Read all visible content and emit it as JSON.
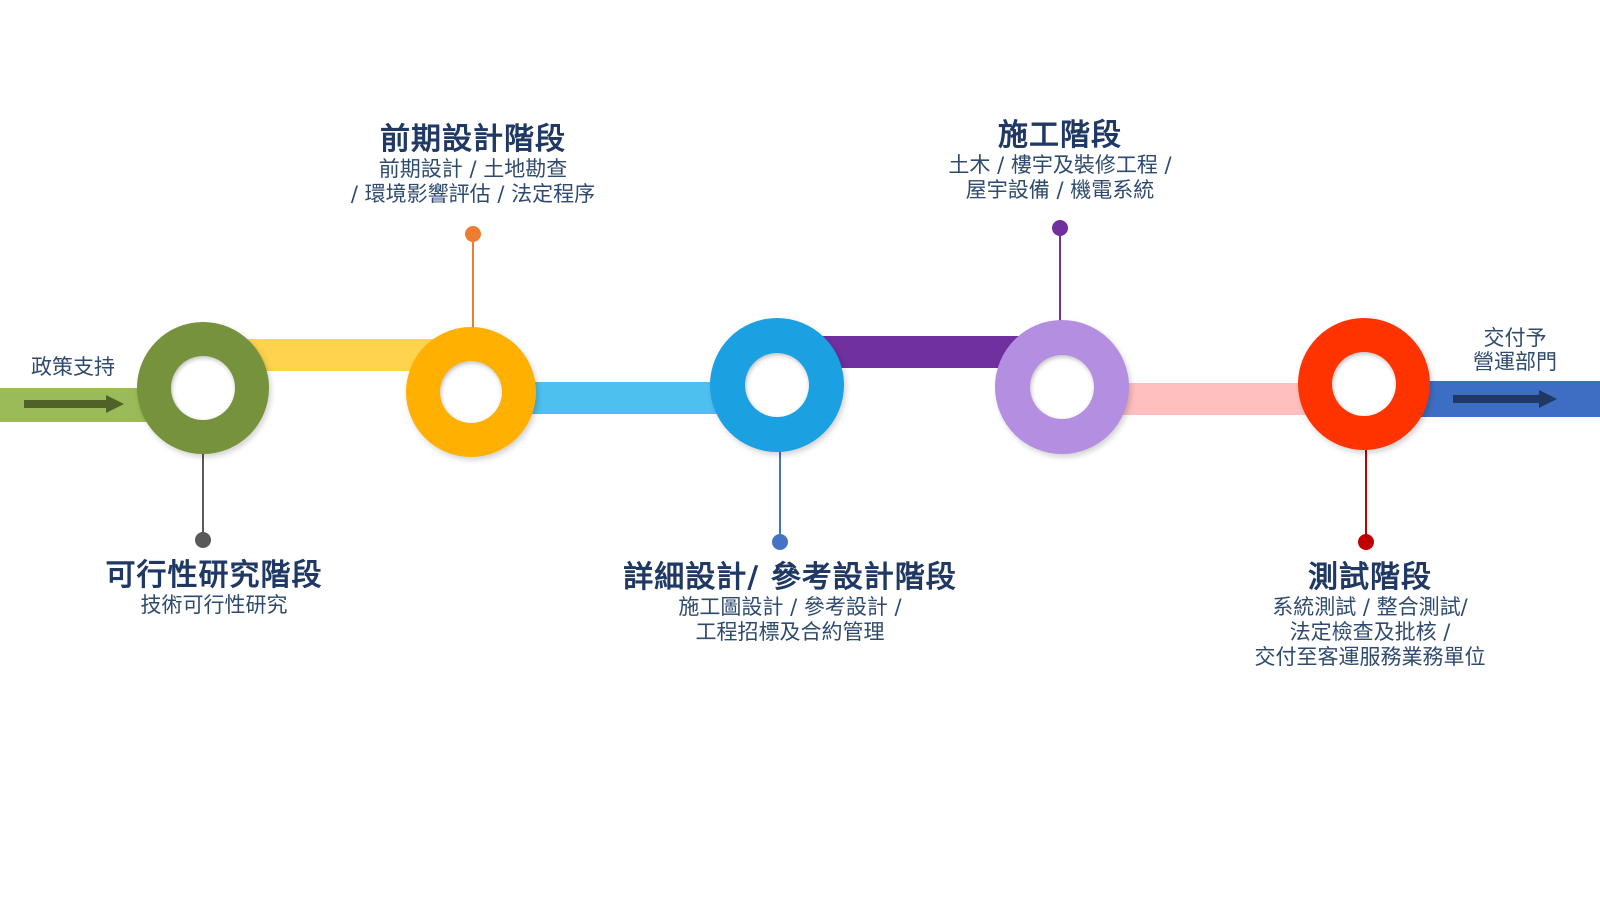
{
  "left_label": "政策支持",
  "right_label": [
    "交付予",
    "營運部門"
  ],
  "stages": [
    {
      "title": "可行性研究階段",
      "lines": [
        "技術可行性研究"
      ]
    },
    {
      "title": "前期設計階段",
      "lines": [
        "前期設計 / 土地勘查",
        "/ 環境影響評估 / 法定程序"
      ]
    },
    {
      "title": "詳細設計/ 參考設計階段",
      "lines": [
        "施工圖設計 / 參考設計 /",
        "工程招標及合約管理"
      ]
    },
    {
      "title": "施工階段",
      "lines": [
        "土木 / 樓宇及裝修工程 /",
        "屋宇設備 / 機電系統"
      ]
    },
    {
      "title": "測試階段",
      "lines": [
        "系統測試 / 整合測試/",
        "法定檢查及批核 /",
        "交付至客運服務業務單位"
      ]
    }
  ],
  "colors": {
    "green": "#76923c",
    "green_light": "#9bbb59",
    "yellow_bar": "#ffd34d",
    "orange": "#ffb000",
    "orange_dot": "#ed7d31",
    "light_blue": "#4dc0f0",
    "blue": "#1ba1e2",
    "blue_dot": "#4472c4",
    "purple": "#7030a0",
    "lavender": "#b48ee0",
    "pink": "#ffbfbf",
    "red": "#ff3300",
    "dark_red": "#c00000",
    "navy": "#3e6ec3",
    "gray": "#595959"
  }
}
